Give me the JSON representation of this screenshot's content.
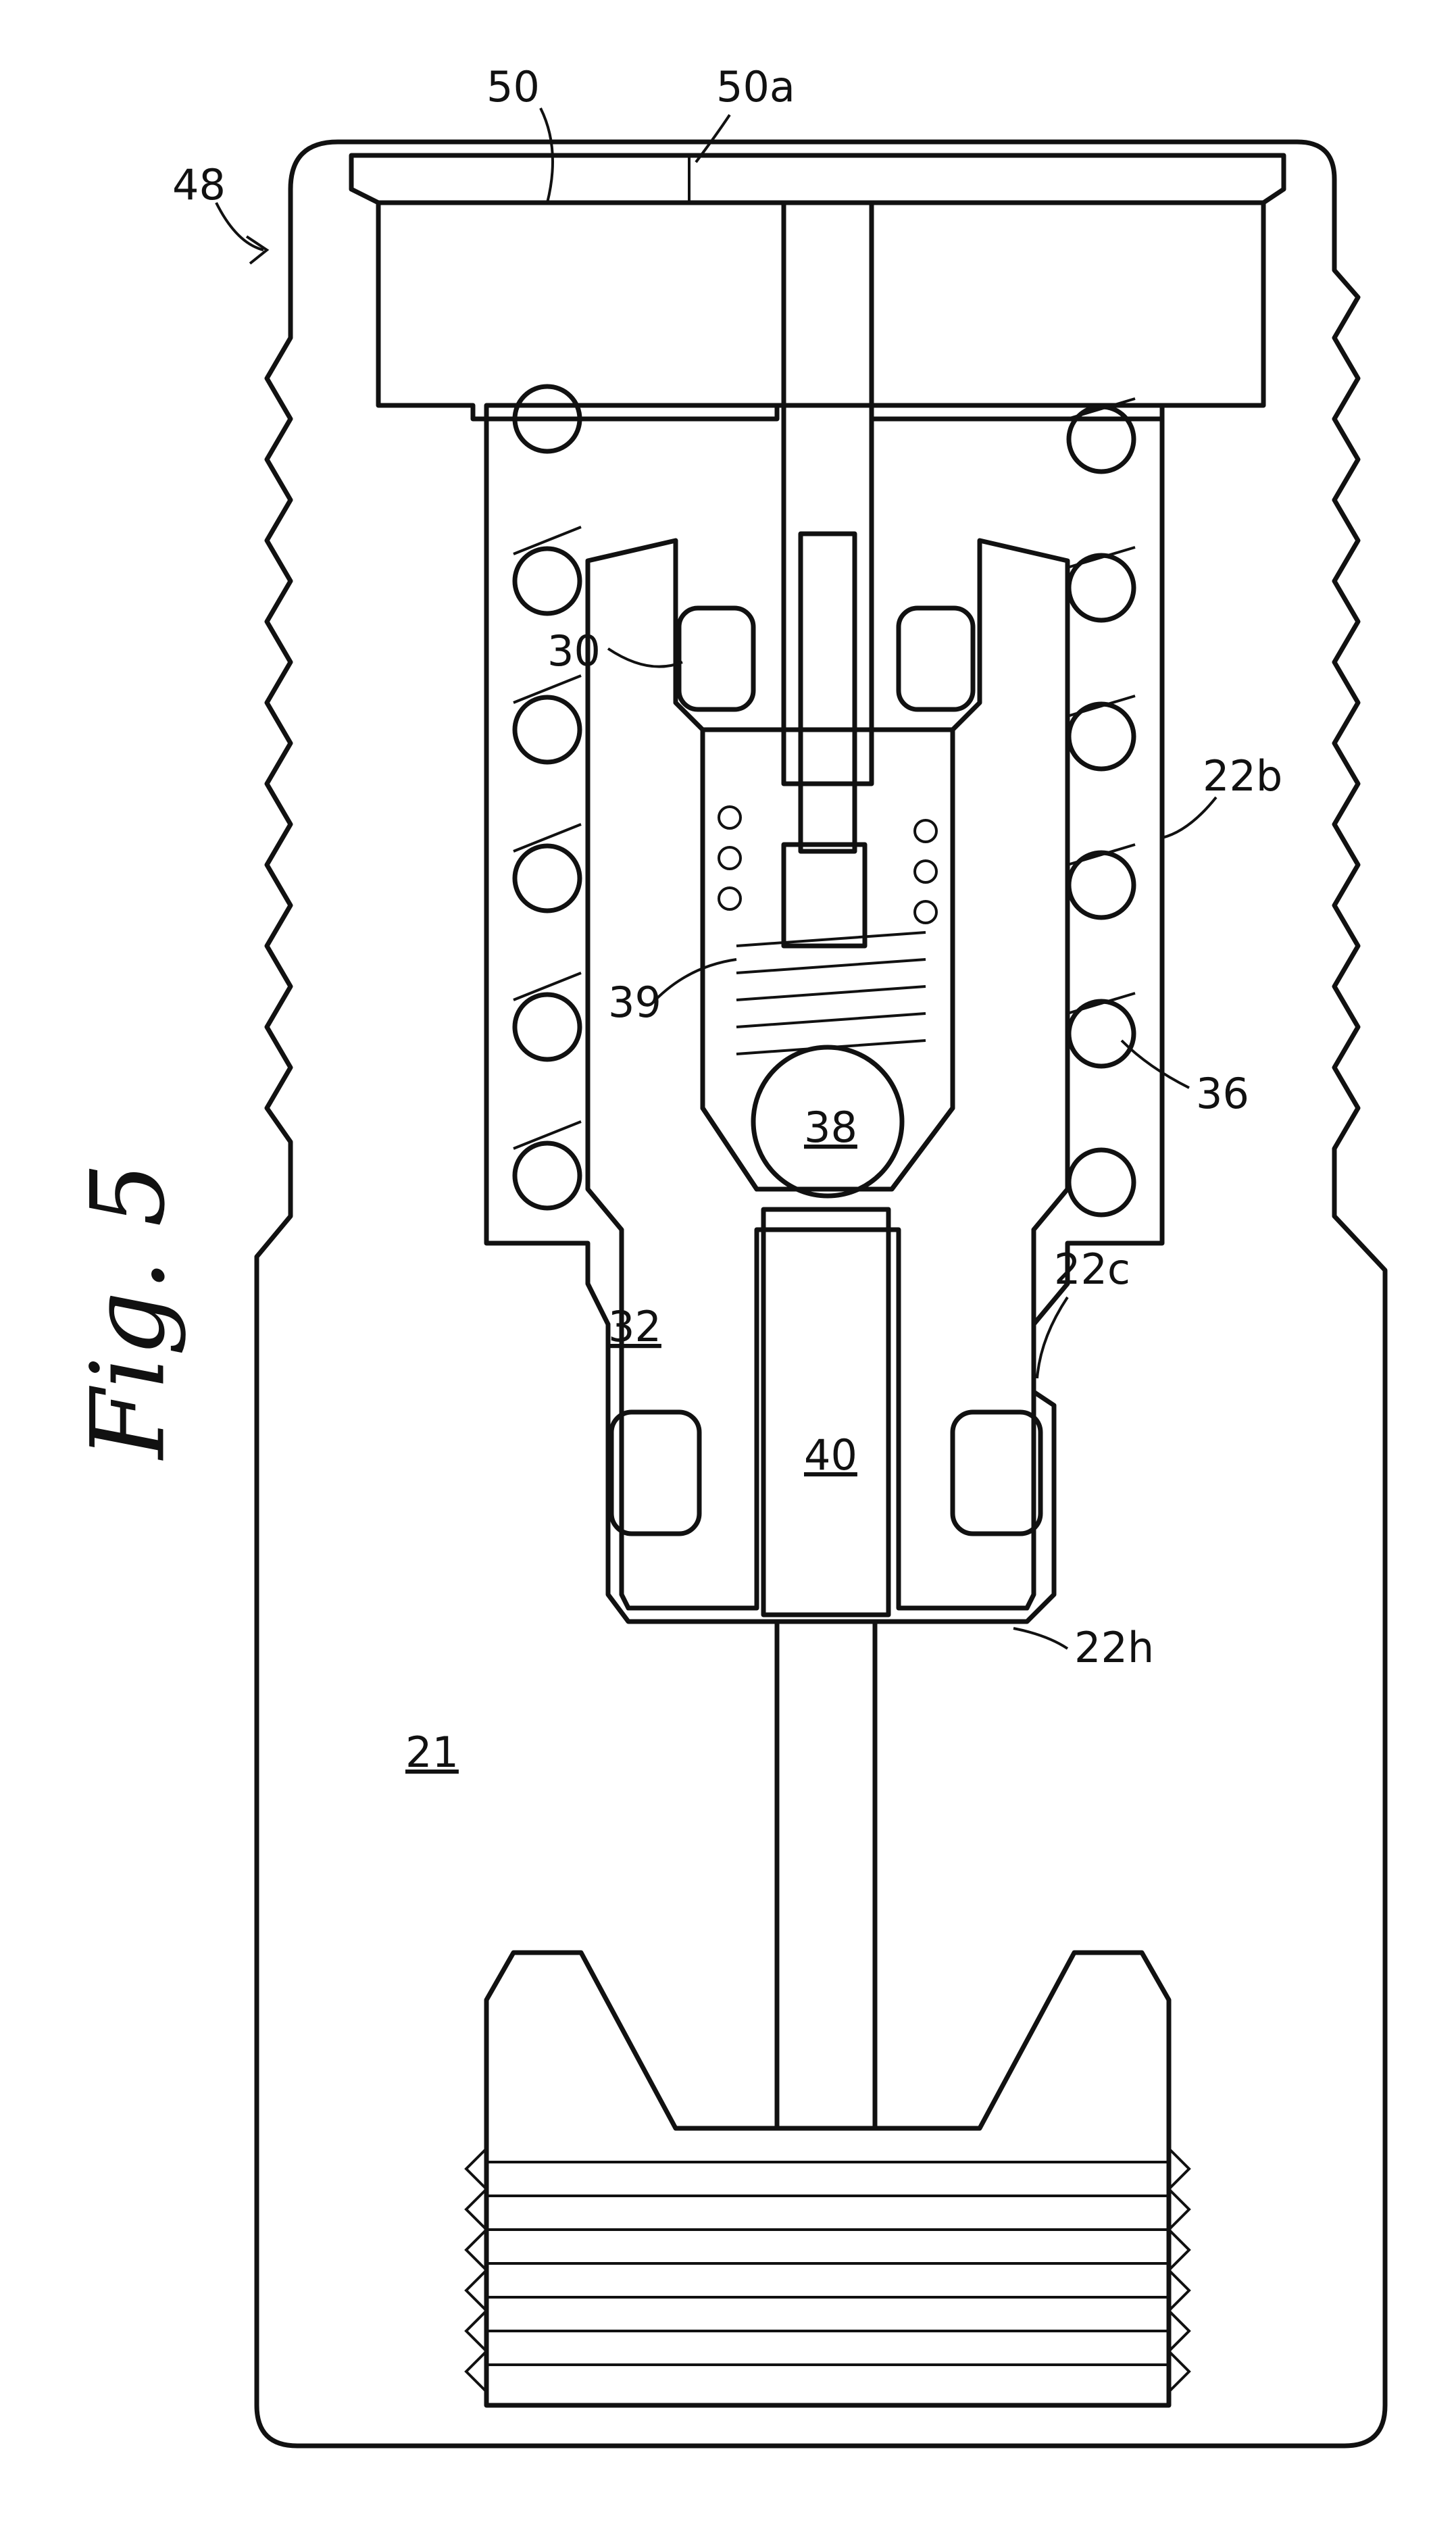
{
  "figure": {
    "title": "Fig. 5"
  },
  "labels": {
    "assembly": "48",
    "cap": "50",
    "cap_face": "50a",
    "seal_upper": "30",
    "spring_small": "39",
    "ball": "38",
    "poppet": "32",
    "pin": "40",
    "body": "21",
    "bore_upper": "22b",
    "spring_main": "36",
    "bore_mid": "22c",
    "bore_lower": "22h"
  }
}
